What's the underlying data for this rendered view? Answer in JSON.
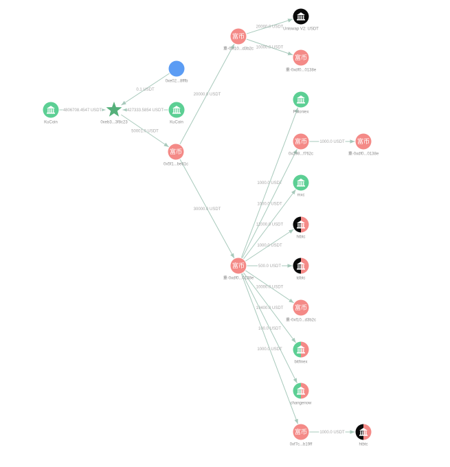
{
  "colors": {
    "exchange": "#5ccf94",
    "wallet": "#f48a87",
    "black": "#0a0a0a",
    "unknown": "#5b9cf4",
    "target": "#55b07a",
    "edge": "#a7c9bb"
  },
  "nodes": [
    {
      "id": "kucoin1",
      "kind": "exchange",
      "label": "KuCoin",
      "icon": "bank-icon"
    },
    {
      "id": "target",
      "kind": "target",
      "label": "0xeb3...3f8c23",
      "icon": "star-icon"
    },
    {
      "id": "kucoin2",
      "kind": "exchange",
      "label": "KuCoin",
      "icon": "bank-icon"
    },
    {
      "id": "blue",
      "kind": "unknown",
      "label": "0xe02...8fffb",
      "icon": ""
    },
    {
      "id": "wA",
      "kind": "wallet",
      "label": "0x5f1...be81c",
      "text": "富币"
    },
    {
      "id": "wB",
      "kind": "wallet",
      "label": "重-0xf10...d3b2c",
      "text": "富币"
    },
    {
      "id": "uni",
      "kind": "black",
      "label": "Uniswap V2: USDT",
      "icon": "bank-icon"
    },
    {
      "id": "wC",
      "kind": "wallet",
      "label": "重-0xdf0...0138e",
      "text": "富币"
    },
    {
      "id": "mx1",
      "kind": "exchange",
      "label": "Poloniex",
      "icon": "bank-icon"
    },
    {
      "id": "wD",
      "kind": "wallet",
      "label": "0x298...f762c",
      "text": "富币"
    },
    {
      "id": "wE",
      "kind": "wallet",
      "label": "重-0xdf0...0138e",
      "text": "富币"
    },
    {
      "id": "mexc",
      "kind": "exchange",
      "label": "mxc",
      "icon": "bank-icon"
    },
    {
      "id": "htbtc1",
      "kind": "split",
      "label": "htbtc",
      "icon": "bank-icon"
    },
    {
      "id": "center",
      "kind": "wallet",
      "label": "重-0xdf0...0138e",
      "text": "富币"
    },
    {
      "id": "htbtc2",
      "kind": "split",
      "label": "tdbtc",
      "icon": "bank-icon"
    },
    {
      "id": "wF",
      "kind": "wallet",
      "label": "重-0xf10...d3b2c",
      "text": "富币"
    },
    {
      "id": "bitfinex",
      "kind": "split2",
      "label": "bitfinex",
      "icon": "bank-icon"
    },
    {
      "id": "change",
      "kind": "split2",
      "label": "changenow",
      "icon": "bank-icon"
    },
    {
      "id": "wG",
      "kind": "wallet",
      "label": "0xf7c...b19ff",
      "text": "富币"
    },
    {
      "id": "htbtc3",
      "kind": "split",
      "label": "htbtc",
      "icon": "bank-icon"
    }
  ],
  "edges": [
    {
      "from": "kucoin1",
      "to": "target",
      "label": "4806708.4547 USDT"
    },
    {
      "from": "kucoin2",
      "to": "target",
      "label": "427333.5854 USDT"
    },
    {
      "from": "blue",
      "to": "target",
      "label": "0.1 USDT"
    },
    {
      "from": "target",
      "to": "wA",
      "label": "50001.0 USDT"
    },
    {
      "from": "wA",
      "to": "wB",
      "label": "20000.0 USDT"
    },
    {
      "from": "wB",
      "to": "uni",
      "label": "20000.0 USDT"
    },
    {
      "from": "wB",
      "to": "wC",
      "label": "10000.0 USDT"
    },
    {
      "from": "wA",
      "to": "center",
      "label": "30000.0 USDT"
    },
    {
      "from": "wD",
      "to": "wE",
      "label": "1000.0 USDT"
    },
    {
      "from": "center",
      "to": "mx1",
      "label": "1000.0 USDT"
    },
    {
      "from": "center",
      "to": "wD",
      "label": "1000.0 USDT"
    },
    {
      "from": "center",
      "to": "mexc",
      "label": "11000.0 USDT"
    },
    {
      "from": "center",
      "to": "htbtc1",
      "label": "1000.0 USDT"
    },
    {
      "from": "center",
      "to": "htbtc2",
      "label": "500.0 USDT"
    },
    {
      "from": "center",
      "to": "wF",
      "label": "10000.0 USDT"
    },
    {
      "from": "center",
      "to": "bitfinex",
      "label": "19400.0 USDT"
    },
    {
      "from": "center",
      "to": "change",
      "label": "100.0 USDT"
    },
    {
      "from": "center",
      "to": "wG",
      "label": "1000.0 USDT"
    },
    {
      "from": "wG",
      "to": "htbtc3",
      "label": "1000.0 USDT"
    }
  ]
}
